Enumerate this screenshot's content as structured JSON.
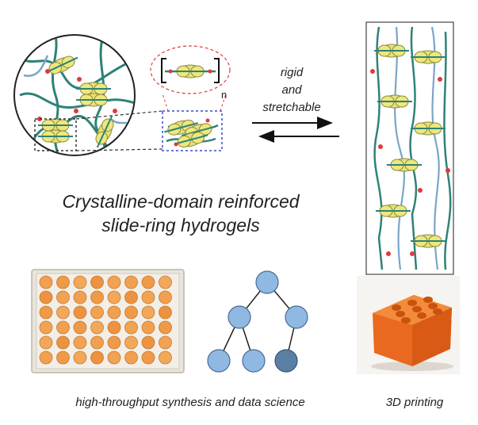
{
  "arrow_labels": {
    "line1": "rigid",
    "line2": "and",
    "line3": "stretchable"
  },
  "repeat_subscript": "n",
  "title": {
    "line1": "Crystalline-domain reinforced",
    "line2": "slide-ring hydrogels"
  },
  "captions": {
    "left": "high-throughput synthesis and data science",
    "right": "3D printing"
  },
  "colors": {
    "chain": "#2f8276",
    "chain_light": "#7aa5c8",
    "ring": "#e6e27a",
    "ring_stroke": "#8c8a3a",
    "crosslink": "#e03a3a",
    "tree_node": "#8fb8e3",
    "tree_node_dark": "#5a7fa3",
    "plate": "#e9e4dc",
    "well": "#f0a050",
    "print_orange": "#f07a2a"
  },
  "plate": {
    "rows": 6,
    "cols": 8
  }
}
